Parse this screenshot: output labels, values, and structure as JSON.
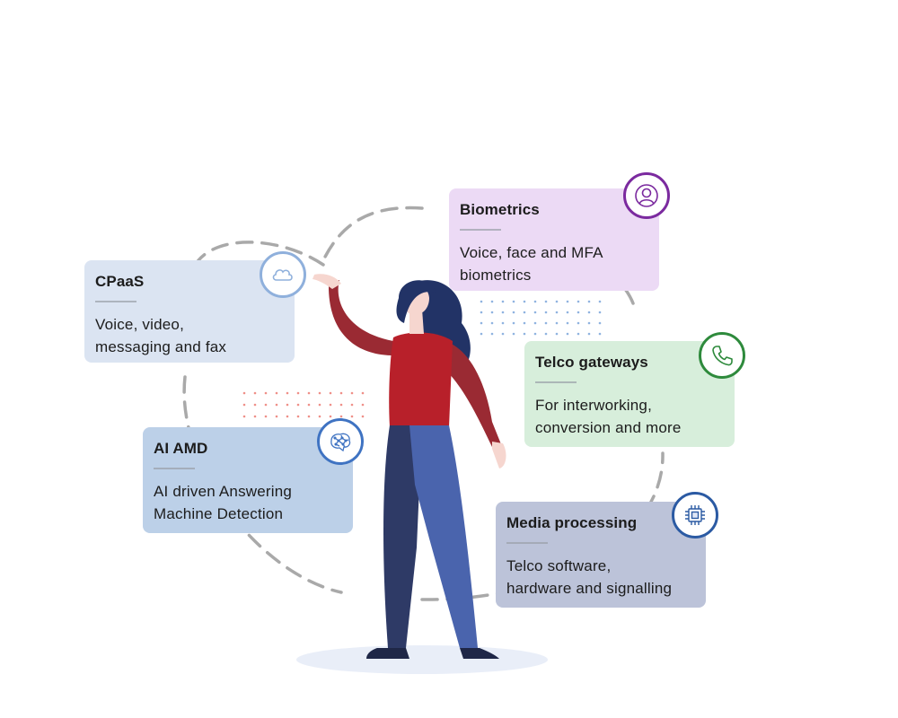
{
  "cards": {
    "cpaas": {
      "title": "CPaaS",
      "desc_line1": "Voice, video,",
      "desc_line2": "messaging and fax",
      "icon": "cloud-icon",
      "accent": "#8fb0dc",
      "background": "#dbe4f2"
    },
    "biometrics": {
      "title": "Biometrics",
      "desc_line1": "Voice, face and MFA",
      "desc_line2": "biometrics",
      "icon": "user-icon",
      "accent": "#7b2a9f",
      "background": "#ecdaf5"
    },
    "telco_gateways": {
      "title": "Telco gateways",
      "desc_line1": "For interworking,",
      "desc_line2": "conversion and more",
      "icon": "phone-icon",
      "accent": "#2e8a3c",
      "background": "#d7eedb"
    },
    "ai_amd": {
      "title": "AI AMD",
      "desc_line1": "AI driven Answering",
      "desc_line2": "Machine Detection",
      "icon": "brain-icon",
      "accent": "#3f73c2",
      "background": "#bcd0e8"
    },
    "media_processing": {
      "title": "Media processing",
      "desc_line1": "Telco software,",
      "desc_line2": "hardware and signalling",
      "icon": "chip-icon",
      "accent": "#2b5aa3",
      "background": "#bcc3d9"
    }
  },
  "illustration": {
    "figure": "woman-pointing-illustration",
    "connector": "dashed-circle",
    "colors": {
      "shirt": "#b8202a",
      "sleeve": "#9a2a33",
      "pants_dark": "#2e3a66",
      "pants_light": "#4a64ad",
      "hair": "#223366",
      "skin": "#f6d6cf",
      "dashes": "#a9a9a9"
    }
  }
}
